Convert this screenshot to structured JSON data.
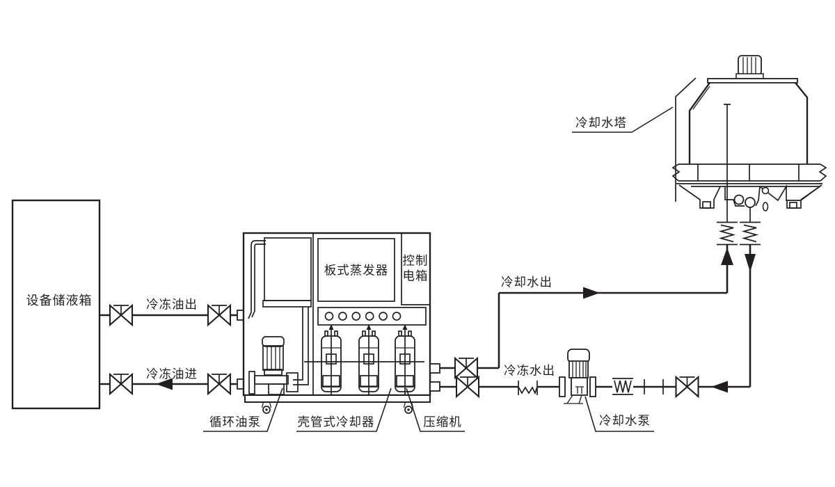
{
  "colors": {
    "line": "#231f20",
    "background": "#ffffff"
  },
  "tank": {
    "label": "设备储液箱"
  },
  "pipes": {
    "oil_out_label": "冷冻油出",
    "oil_in_label": "冷冻油进",
    "cooling_water_out_label": "冷却水出",
    "chilled_water_out_label": "冷冻水出"
  },
  "machine": {
    "evaporator_label": "板式蒸发器",
    "control_box_line1": "控制",
    "control_box_line2": "电箱",
    "oil_pump_label": "循环油泵",
    "cooler_label": "壳管式冷却器",
    "compressor_label": "压缩机"
  },
  "tower": {
    "label": "冷却水塔"
  },
  "water_pump": {
    "label": "冷却水泵"
  }
}
